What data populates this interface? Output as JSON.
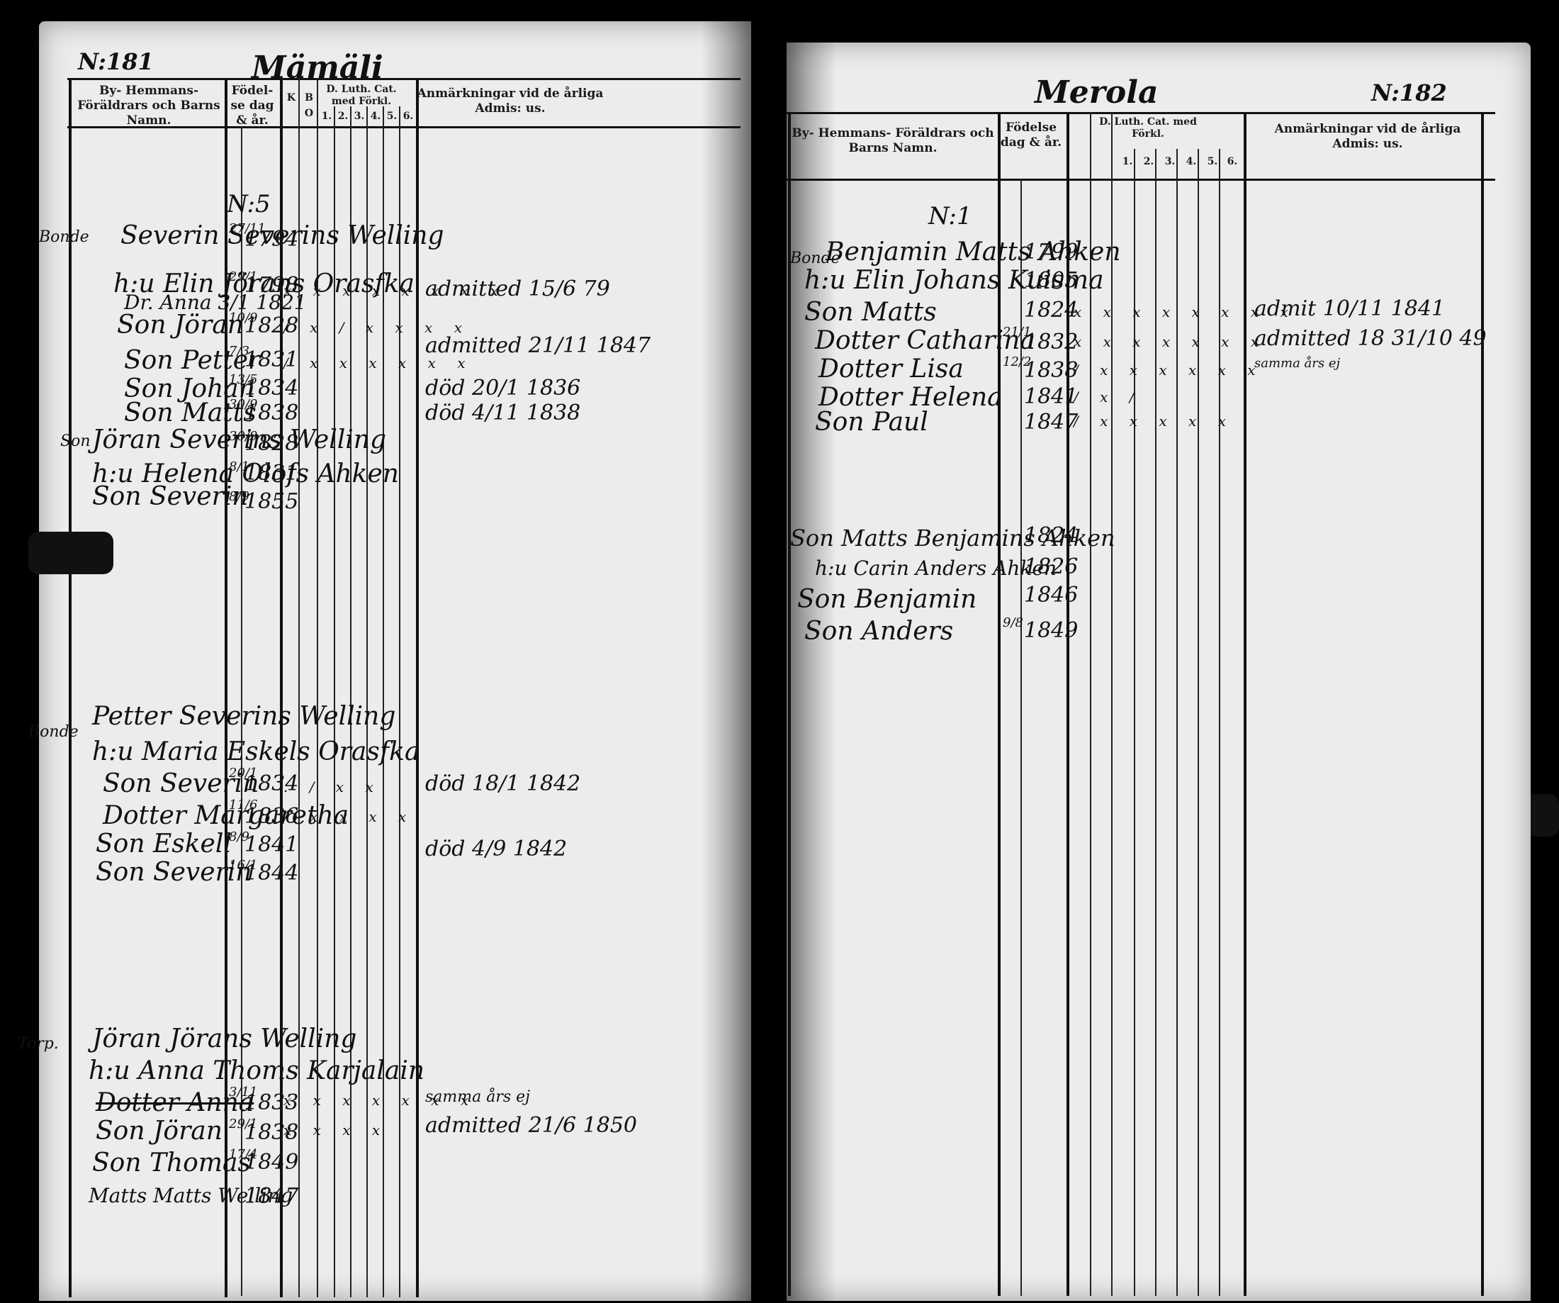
{
  "document": {
    "left_page": {
      "page_number": "N:181",
      "village": "Mämäli",
      "headers": {
        "names": "By- Hemmans- Föräldrars och Barns Namn.",
        "birth": "Födel-se dag & år.",
        "col_a": "K",
        "col_b": "B",
        "col_c": "O",
        "catechism": "D. Luth. Cat. med Förkl.",
        "cat_cols": [
          "1.",
          "2.",
          "3.",
          "4.",
          "5.",
          "6."
        ],
        "remarks": "Anmärkningar vid de årliga Admis: us."
      },
      "household_no": "N:5",
      "entries": [
        {
          "role": "Bonde",
          "name": "Severin Severins Welling",
          "date": "27/11",
          "year": "1794",
          "marks": "",
          "note": ""
        },
        {
          "role": "",
          "name": "h:u Elin Jörans Orasfka",
          "date": "29/1",
          "year": "1798",
          "marks": "x x x x x x x x",
          "note": "admitted 15/6 79"
        },
        {
          "role": "",
          "name": "Dr. Anna 3/1 1821",
          "date": "",
          "year": "",
          "marks": "",
          "note": ""
        },
        {
          "role": "",
          "name": "Son Jöran",
          "date": "10/9",
          "year": "1828",
          "marks": "/ x / x x x x",
          "note": ""
        },
        {
          "role": "",
          "name": "Son Petter",
          "date": "7/3",
          "year": "1831",
          "marks": "/ x x x x x x",
          "note": "admitted 21/11 1847"
        },
        {
          "role": "",
          "name": "Son Johan",
          "date": "13/5",
          "year": "1834",
          "marks": "",
          "note": "död 20/1 1836"
        },
        {
          "role": "",
          "name": "Son Matts",
          "date": "30/9",
          "year": "1838",
          "marks": "",
          "note": "död 4/11 1838"
        },
        {
          "role": "Son",
          "name": "Jöran Severins Welling",
          "date": "30/9",
          "year": "1828",
          "marks": "",
          "note": ""
        },
        {
          "role": "",
          "name": "h:u Helena Olofs Ahken",
          "date": "8/1",
          "year": "1831",
          "marks": "",
          "note": ""
        },
        {
          "role": "",
          "name": "Son Severin",
          "date": "8/9",
          "year": "1855",
          "marks": "",
          "note": ""
        },
        {
          "role": "Bonde",
          "name": "Petter Severins Welling",
          "date": "",
          "year": "",
          "marks": "",
          "note": ""
        },
        {
          "role": "",
          "name": "h:u Maria Eskels Orasfka",
          "date": "",
          "year": "",
          "marks": "",
          "note": ""
        },
        {
          "role": "",
          "name": "Son Severin",
          "date": "20/1",
          "year": "1834",
          "marks": ". / x x",
          "note": "död 18/1 1842"
        },
        {
          "role": "",
          "name": "Dotter Margaretha",
          "date": "11/6",
          "year": "1836",
          "marks": "/ x x x x",
          "note": ""
        },
        {
          "role": "",
          "name": "Son Eskell",
          "date": "8/9",
          "year": "1841",
          "marks": "",
          "note": "död 4/9 1842"
        },
        {
          "role": "",
          "name": "Son Severin",
          "date": "16/1",
          "year": "1844",
          "marks": "",
          "note": ""
        },
        {
          "role": "Torp.",
          "name": "Jöran Jörans Welling",
          "date": "",
          "year": "",
          "marks": "",
          "note": ""
        },
        {
          "role": "",
          "name": "h:u Anna Thoms Karjalain",
          "date": "",
          "year": "",
          "marks": "",
          "note": ""
        },
        {
          "role": "",
          "name": "Dotter Anna",
          "date": "3/11",
          "year": "1833",
          "marks": "x x x x x x x",
          "note": "samma års ej"
        },
        {
          "role": "",
          "name": "Son Jöran",
          "date": "29/1",
          "year": "1838",
          "marks": "x x x x",
          "note": "admitted 21/6 1850"
        },
        {
          "role": "",
          "name": "Son Thomas",
          "date": "17/4",
          "year": "1849",
          "marks": "",
          "note": ""
        },
        {
          "role": "",
          "name": "Matts Matts Welling",
          "date": "",
          "year": "1847",
          "marks": "",
          "note": ""
        }
      ]
    },
    "right_page": {
      "page_number": "N:182",
      "village": "Merola",
      "headers": {
        "names": "By- Hemmans- Föräldrars och Barns Namn.",
        "birth": "Födelse dag & år.",
        "catechism": "D. Luth. Cat. med Förkl.",
        "cat_cols": [
          "1.",
          "2.",
          "3.",
          "4.",
          "5.",
          "6."
        ],
        "remarks": "Anmärkningar vid de årliga Admis: us."
      },
      "household_no": "N:1",
      "entries": [
        {
          "role": "Bonde",
          "name": "Benjamin Matts Ahken",
          "date": "",
          "year": "1799",
          "marks": "",
          "note": ""
        },
        {
          "role": "",
          "name": "h:u Elin Johans Kuisma",
          "date": "",
          "year": "1805",
          "marks": "",
          "note": ""
        },
        {
          "role": "",
          "name": "Son Matts",
          "date": "",
          "year": "1824",
          "marks": "x x x x x x x x",
          "note": "admit 10/11 1841"
        },
        {
          "role": "",
          "name": "Dotter Catharina",
          "date": "21/1",
          "year": "1832",
          "marks": "x x x x x x x",
          "note": "admitted 18 31/10 49"
        },
        {
          "role": "",
          "name": "Dotter Lisa",
          "date": "12/2",
          "year": "1838",
          "marks": "/ x x x x x x",
          "note": "samma års ej"
        },
        {
          "role": "",
          "name": "Dotter Helena",
          "date": "",
          "year": "1841",
          "marks": "/ x /",
          "note": ""
        },
        {
          "role": "",
          "name": "Son Paul",
          "date": "",
          "year": "1847",
          "marks": "/ x x x x x",
          "note": ""
        },
        {
          "role": "",
          "name": "Son Matts Benjamins Ahken",
          "date": "",
          "year": "1824",
          "marks": "",
          "note": ""
        },
        {
          "role": "",
          "name": "h:u Carin Anders Ahken",
          "date": "",
          "year": "1826",
          "marks": "",
          "note": ""
        },
        {
          "role": "",
          "name": "Son Benjamin",
          "date": "",
          "year": "1846",
          "marks": "",
          "note": ""
        },
        {
          "role": "",
          "name": "Son Anders",
          "date": "9/8",
          "year": "1849",
          "marks": "",
          "note": ""
        }
      ]
    }
  }
}
